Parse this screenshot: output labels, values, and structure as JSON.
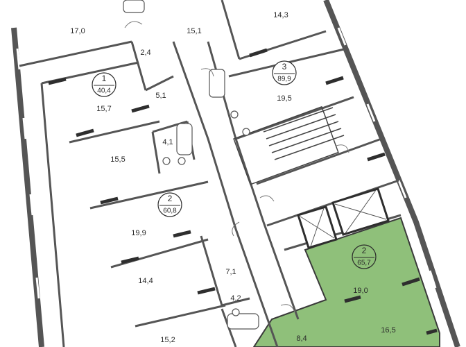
{
  "colors": {
    "wall": "#555555",
    "wall_dark": "#3a3a3a",
    "highlight_fill": "#8fc07a",
    "window_green": "#3f7f3a",
    "background": "#ffffff"
  },
  "apartments": [
    {
      "number": "1",
      "area": "40,4",
      "highlighted": false
    },
    {
      "number": "3",
      "area": "89,9",
      "highlighted": false
    },
    {
      "number": "2",
      "area": "60,8",
      "highlighted": false
    },
    {
      "number": "2",
      "area": "65,7",
      "highlighted": true
    }
  ],
  "rooms": [
    "17,0",
    "15,1",
    "14,3",
    "2,4",
    "5,1",
    "15,7",
    "19,5",
    "4,1",
    "15,5",
    "19,9",
    "14,4",
    "7,1",
    "4,2",
    "15,2",
    "19,0",
    "8,4",
    "16,5"
  ]
}
